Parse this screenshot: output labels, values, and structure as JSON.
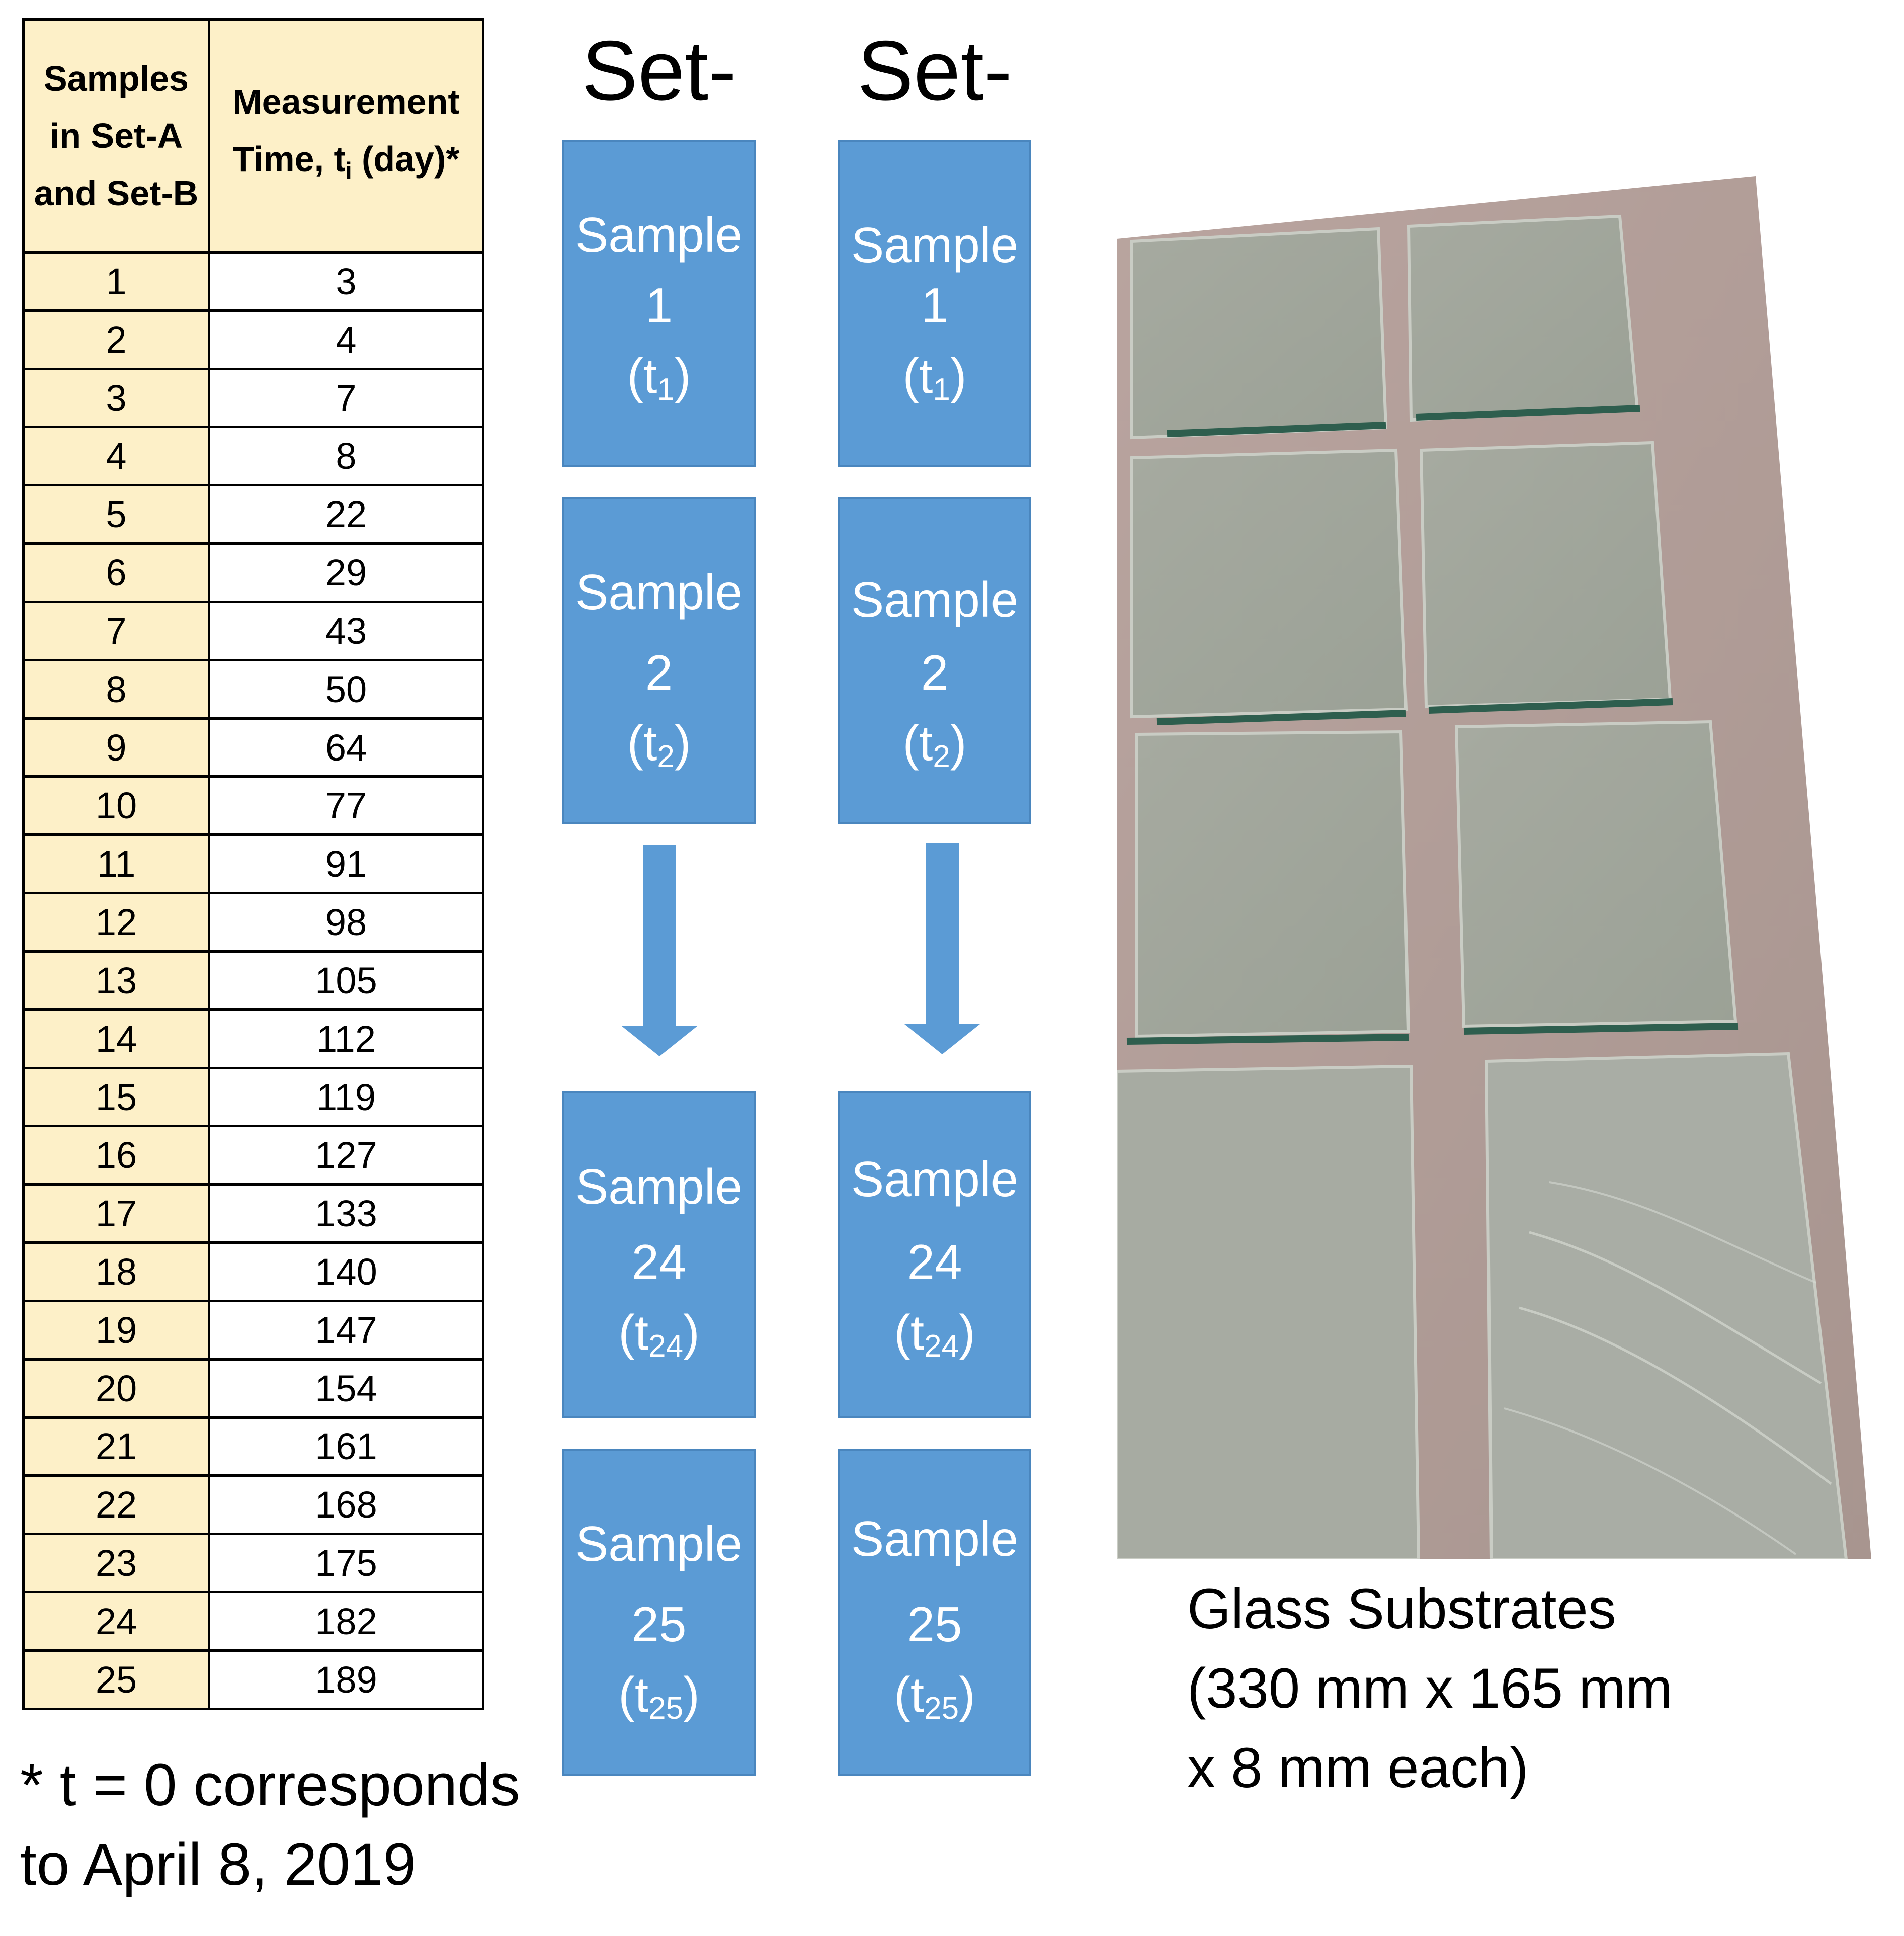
{
  "table": {
    "header_col1": [
      "Samples",
      "in Set-A",
      "and Set-B"
    ],
    "header_col2_line1": "Measurement",
    "header_col2_line2_pre": "Time, t",
    "header_col2_line2_sub": "i",
    "header_col2_line2_post": " (day)*",
    "rows": [
      {
        "sample": "1",
        "time": "3"
      },
      {
        "sample": "2",
        "time": "4"
      },
      {
        "sample": "3",
        "time": "7"
      },
      {
        "sample": "4",
        "time": "8"
      },
      {
        "sample": "5",
        "time": "22"
      },
      {
        "sample": "6",
        "time": "29"
      },
      {
        "sample": "7",
        "time": "43"
      },
      {
        "sample": "8",
        "time": "50"
      },
      {
        "sample": "9",
        "time": "64"
      },
      {
        "sample": "10",
        "time": "77"
      },
      {
        "sample": "11",
        "time": "91"
      },
      {
        "sample": "12",
        "time": "98"
      },
      {
        "sample": "13",
        "time": "105"
      },
      {
        "sample": "14",
        "time": "112"
      },
      {
        "sample": "15",
        "time": "119"
      },
      {
        "sample": "16",
        "time": "127"
      },
      {
        "sample": "17",
        "time": "133"
      },
      {
        "sample": "18",
        "time": "140"
      },
      {
        "sample": "19",
        "time": "147"
      },
      {
        "sample": "20",
        "time": "154"
      },
      {
        "sample": "21",
        "time": "161"
      },
      {
        "sample": "22",
        "time": "168"
      },
      {
        "sample": "23",
        "time": "175"
      },
      {
        "sample": "24",
        "time": "182"
      },
      {
        "sample": "25",
        "time": "189"
      }
    ]
  },
  "footnote": {
    "line1": "* t = 0 corresponds",
    "line2": "to April 8, 2019"
  },
  "sets": {
    "set_b": {
      "title": "Set-B",
      "samples": [
        {
          "word": "Sample",
          "num": "1",
          "t": "(t",
          "sub": "1",
          "close": ")"
        },
        {
          "word": "Sample",
          "num": "2",
          "t": "(t",
          "sub": "2",
          "close": ")"
        },
        {
          "word": "Sample",
          "num": "24",
          "t": "(t",
          "sub": "24",
          "close": ")"
        },
        {
          "word": "Sample",
          "num": "25",
          "t": "(t",
          "sub": "25",
          "close": ")"
        }
      ]
    },
    "set_a": {
      "title": "Set-A",
      "samples": [
        {
          "word": "Sample",
          "num": "1",
          "t": "(t",
          "sub": "1",
          "close": ")"
        },
        {
          "word": "Sample",
          "num": "2",
          "t": "(t",
          "sub": "2",
          "close": ")"
        },
        {
          "word": "Sample",
          "num": "24",
          "t": "(t",
          "sub": "24",
          "close": ")"
        },
        {
          "word": "Sample",
          "num": "25",
          "t": "(t",
          "sub": "25",
          "close": ")"
        }
      ]
    }
  },
  "caption": {
    "line1": "Glass Substrates",
    "line2": "(330 mm x 165 mm",
    "line3": "x 8 mm each)"
  },
  "colors": {
    "box_fill": "#5b9bd5",
    "table_header_fill": "#fdf0c8",
    "arrow_fill": "#5b9bd5"
  }
}
